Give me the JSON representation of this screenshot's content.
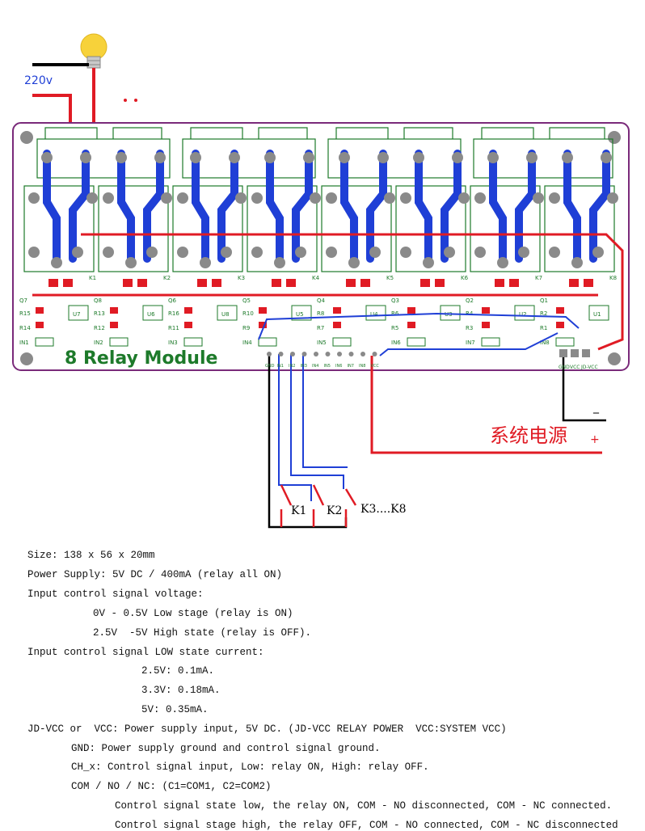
{
  "diagram": {
    "voltage_label": "220v",
    "board_title": "8 Relay Module",
    "power_label": "系统电源",
    "plus_sign": "+",
    "minus_sign": "_",
    "switch_labels": [
      "K1",
      "K2",
      "K3....K8"
    ],
    "relay_labels": [
      "K1",
      "K2",
      "K3",
      "K4",
      "K5",
      "K6",
      "K7",
      "K8"
    ],
    "transistor_labels": [
      "Q7",
      "Q8",
      "Q6",
      "Q5",
      "Q4",
      "Q3",
      "Q2",
      "Q1"
    ],
    "chip_labels": [
      "U7",
      "U6",
      "U8",
      "U5",
      "U4",
      "U3",
      "U2",
      "U1"
    ],
    "resistor_labels": [
      "R15",
      "R14",
      "R13",
      "R12",
      "R16",
      "R11",
      "R10",
      "R9",
      "R8",
      "R7",
      "R6",
      "R5",
      "R4",
      "R3",
      "R2",
      "R1"
    ],
    "input_labels": [
      "IN1",
      "IN2",
      "IN3",
      "IN4",
      "IN5",
      "IN6",
      "IN7",
      "IN8"
    ],
    "header_pins": [
      "GND",
      "IN1",
      "IN2",
      "IN3",
      "IN4",
      "IN5",
      "IN6",
      "IN7",
      "IN8",
      "VCC"
    ],
    "right_header_pins": [
      "GND",
      "VCC",
      "JD-VCC"
    ],
    "colors": {
      "board_outline": "#7a2a7a",
      "trace_blue": "#1f3fd6",
      "trace_red": "#e01b24",
      "pad_gray": "#8a8a8a",
      "silk_green": "#1d7a2a",
      "bulb": "#f7d23a"
    }
  },
  "specs": {
    "lines": [
      "Size: 138 x 56 x 20mm",
      "Power Supply: 5V DC / 400mA (relay all ON)",
      "Input control signal voltage:",
      "0V - 0.5V Low stage (relay is ON)",
      "2.5V  -5V High state (relay is OFF).",
      "Input control signal LOW state current:",
      "2.5V: 0.1mA.",
      "3.3V: 0.18mA.",
      "5V: 0.35mA.",
      "JD-VCC or  VCC: Power supply input, 5V DC. (JD-VCC RELAY POWER  VCC:SYSTEM VCC)",
      "GND: Power supply ground and control signal ground.",
      "CH_x: Control signal input, Low: relay ON, High: relay OFF.",
      "COM / NO / NC: (C1=COM1, C2=COM2)",
      "Control signal state low, the relay ON, COM - NO disconnected, COM - NC connected.",
      "Control signal stage high, the relay OFF, COM - NO connected, COM - NC disconnected"
    ]
  }
}
